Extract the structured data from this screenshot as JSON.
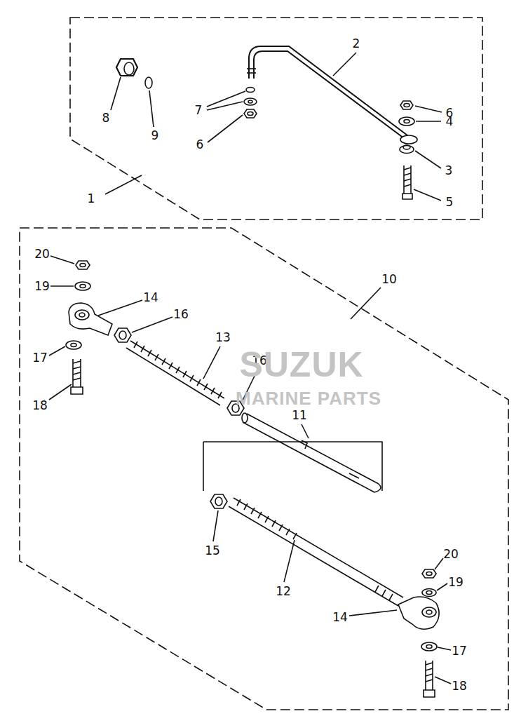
{
  "diagram": {
    "labels": [
      "1",
      "2",
      "3",
      "4",
      "5",
      "6",
      "6",
      "7",
      "8",
      "9",
      "10",
      "11",
      "12",
      "13",
      "14",
      "14",
      "15",
      "16",
      "16",
      "17",
      "17",
      "18",
      "18",
      "19",
      "19",
      "20",
      "20",
      "SUZUK",
      "MARINE PARTS"
    ]
  }
}
